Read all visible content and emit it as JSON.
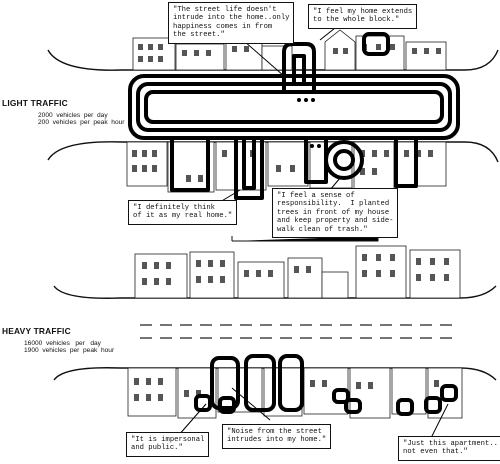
{
  "light_traffic": {
    "heading": "LIGHT TRAFFIC",
    "vehicles_per_day": "2000  vehicles  per  day",
    "vehicles_per_peak_hour": "200  vehicles  per  peak  hour"
  },
  "heavy_traffic": {
    "heading": "HEAVY TRAFFIC",
    "vehicles_per_day": "16000  vehicles   per   day",
    "vehicles_per_peak_hour": "1900  vehicles  per  peak  hour"
  },
  "quotes": {
    "street_life": "\"The street life doesn't\nintrude into the home..only\nhappiness comes in from\nthe street.\"",
    "whole_block": "\"I feel my home extends\nto the whole block.\"",
    "real_home": "\"I definitely think\nof it as my real home.\"",
    "responsibility": "\"I feel a sense of\nresponsibility.  I planted\ntrees in front of my house\nand keep property and side-\nwalk clean of trash.\"",
    "impersonal": "\"It is impersonal\nand public.\"",
    "noise": "\"Noise from the street\nintrudes into my home.\"",
    "just_apartment": "\"Just this apartment..\nnot even that.\""
  }
}
